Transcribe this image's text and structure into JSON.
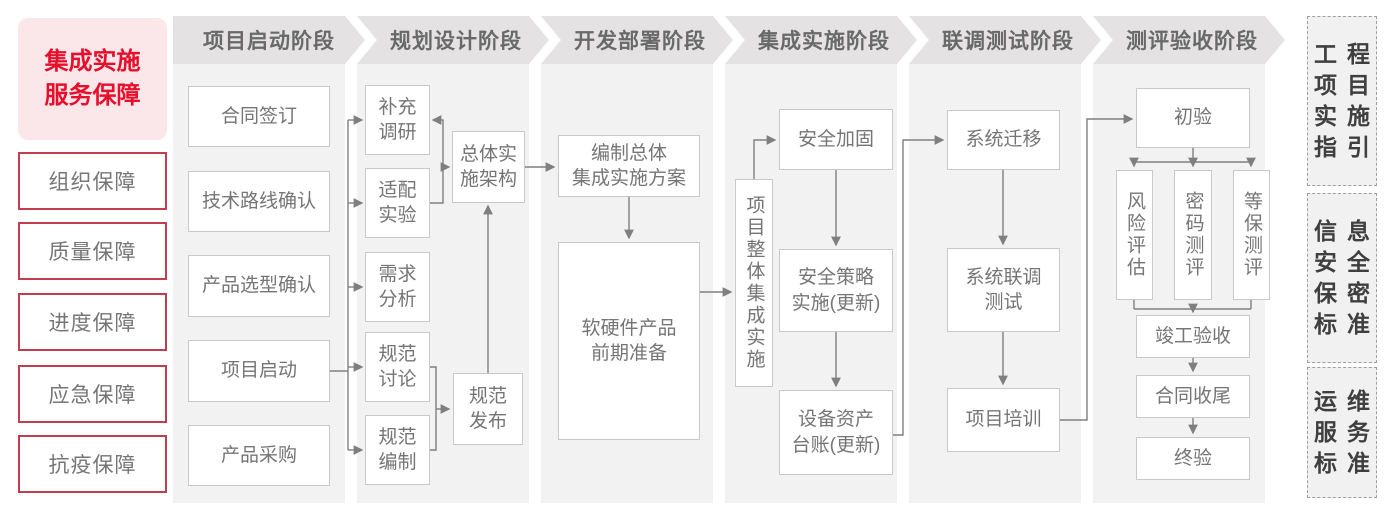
{
  "sidebar": {
    "header": "集成实施\n服务保障",
    "items": [
      "组织保障",
      "质量保障",
      "进度保障",
      "应急保障",
      "抗疫保障"
    ]
  },
  "phases": [
    "项目启动阶段",
    "规划设计阶段",
    "开发部署阶段",
    "集成实施阶段",
    "联调测试阶段",
    "测评验收阶段"
  ],
  "boxes": {
    "contract": "合同签订",
    "tech_route": "技术路线确认",
    "product_select": "产品选型确认",
    "project_start": "项目启动",
    "procurement": "产品采购",
    "supplement_research": "补充\n调研",
    "adapt_test": "适配\n实验",
    "requirement": "需求\n分析",
    "spec_discuss": "规范\n讨论",
    "spec_draft": "规范\n编制",
    "overall_arch": "总体实\n施架构",
    "spec_publish": "规范\n发布",
    "plan_doc": "编制总体\n集成实施方案",
    "hw_sw_prep": "软硬件产品\n前期准备",
    "integration_impl": "项目整体集成实施",
    "sec_harden": "安全加固",
    "sec_policy": "安全策略\n实施(更新)",
    "asset_ledger": "设备资产\n台账(更新)",
    "sys_migrate": "系统迁移",
    "joint_test": "系统联调\n测试",
    "training": "项目培训",
    "initial_accept": "初验",
    "risk_assess": "风险评估",
    "crypto_test": "密码测评",
    "classified_test": "等保测评",
    "completion_accept": "竣工验收",
    "contract_close": "合同收尾",
    "final_accept": "终验"
  },
  "right_panel": [
    {
      "title": "工程项目实施指引",
      "rows": [
        "工程",
        "项目",
        "实施",
        "指引"
      ]
    },
    {
      "title": "信息安全保密标准",
      "rows": [
        "信息",
        "安全",
        "保密",
        "标准"
      ]
    },
    {
      "title": "运维服务标准",
      "rows": [
        "运维",
        "服务",
        "标准"
      ]
    }
  ],
  "colors": {
    "accent_red": "#e60f2c",
    "pink_bg": "#fbe6e9",
    "red_border": "#c13e4e",
    "chevron_bg": "#e4e2e2",
    "column_bg": "#f3f2f2",
    "box_border": "#c9c9c9",
    "box_text": "#757575",
    "line_gray": "#7f7f7f",
    "panel_text": "#3f3f3f"
  }
}
